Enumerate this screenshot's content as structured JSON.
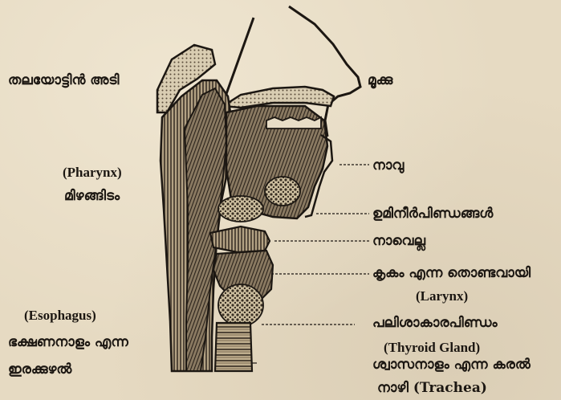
{
  "labels": {
    "skull_base": "തലയോട്ടിൻ അടി",
    "pharynx_en": "(Pharynx)",
    "pharynx_ml": "മിഴങ്ങിടം",
    "esophagus_en": "(Esophagus)",
    "esophagus_ml_1": "ഭക്ഷണനാളം എന്ന",
    "esophagus_ml_2": "ഇരക്കുഴൽ",
    "nose": "മൂക്കു",
    "tongue": "നാവു",
    "salivary_glands": "ഉമിനീർപിണ്ഡങ്ങൾ",
    "epiglottis": "നാവെല്ല",
    "larynx_ml": "കൃകം എന്ന തൊണ്ടവായി",
    "larynx_en": "(Larynx)",
    "thyroid_ml": "പലിശാകാരപിണ്ഡം",
    "thyroid_en": "(Thyroid Gland)",
    "trachea_ml_1": "ശ്വാസനാളം എന്ന കരൽ",
    "trachea_ml_2": "നാഴി (Trachea)"
  }
}
